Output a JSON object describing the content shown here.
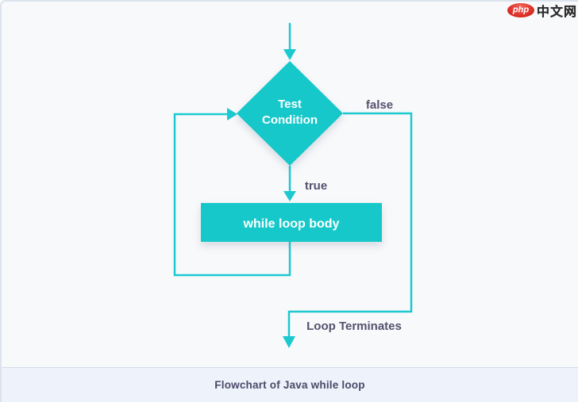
{
  "logo": {
    "badge_text": "php",
    "site_text": "中文网"
  },
  "colors": {
    "shape_fill": "#16c8ca",
    "edge_stroke": "#1cc9d1",
    "shape_text": "#ffffff",
    "edge_label_text": "#55506f",
    "card_background": "#f8f9fb",
    "card_border": "#dce3ed",
    "caption_background": "#edf2fb",
    "caption_text": "#4c4869",
    "logo_badge": "#dd2f26"
  },
  "flowchart": {
    "type": "flowchart",
    "nodes": [
      {
        "id": "condition",
        "shape": "diamond",
        "label": "Test Condition",
        "line1": "Test",
        "line2": "Condition"
      },
      {
        "id": "body",
        "shape": "rectangle",
        "label": "while loop body"
      }
    ],
    "edges": [
      {
        "from": "entry",
        "to": "condition",
        "label": ""
      },
      {
        "from": "condition",
        "to": "body",
        "label": "true"
      },
      {
        "from": "condition",
        "to": "exit",
        "label": "false"
      },
      {
        "from": "body",
        "to": "condition",
        "label": ""
      }
    ],
    "labels": {
      "true_branch": "true",
      "false_branch": "false",
      "terminate": "Loop Terminates"
    }
  },
  "caption": {
    "text": "Flowchart of Java while loop"
  }
}
